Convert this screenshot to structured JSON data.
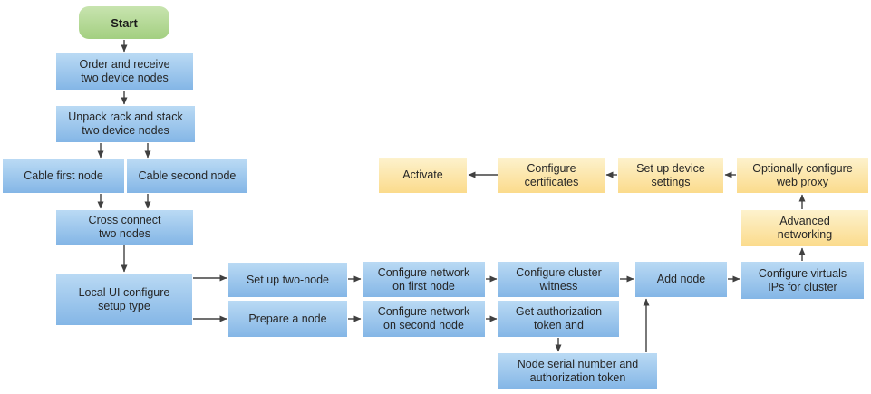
{
  "colors": {
    "canvas_bg": "#ffffff",
    "process_fill_top": "#badaf4",
    "process_fill_bottom": "#84b6e6",
    "milestone_fill_top": "#fdf2cd",
    "milestone_fill_bottom": "#fbdb8c",
    "start_fill_top": "#c8e4af",
    "start_fill_bottom": "#a3cf81",
    "arrow_color": "#404040",
    "text_color": "#262626"
  },
  "nodes": {
    "start": {
      "label": "Start"
    },
    "order_receive": {
      "label": "Order and receive\ntwo device nodes"
    },
    "unpack_rack": {
      "label": "Unpack rack and stack\ntwo device nodes"
    },
    "cable_first": {
      "label": "Cable first node"
    },
    "cable_second": {
      "label": "Cable second node"
    },
    "cross_connect": {
      "label": "Cross connect\ntwo nodes"
    },
    "local_ui": {
      "label": "Local UI configure\nsetup type"
    },
    "set_up_two_node": {
      "label": "Set up two-node"
    },
    "prepare_a_node": {
      "label": "Prepare a node"
    },
    "configure_network_first": {
      "label": "Configure network\non first node"
    },
    "configure_network_second": {
      "label": "Configure network\non second node"
    },
    "configure_cluster_witness": {
      "label": "Configure cluster\nwitness"
    },
    "get_authorization": {
      "label": "Get authorization\ntoken and"
    },
    "node_serial": {
      "label": "Node serial number and\nauthorization token"
    },
    "add_node": {
      "label": "Add node"
    },
    "configure_virtual_ips": {
      "label": "Configure virtuals\nIPs for cluster"
    },
    "activate": {
      "label": "Activate"
    },
    "configure_certificates": {
      "label": "Configure\ncertificates"
    },
    "set_up_device_settings": {
      "label": "Set up device\nsettings"
    },
    "optionally_configure_web_proxy": {
      "label": "Optionally configure\nweb proxy"
    },
    "advanced_networking": {
      "label": "Advanced\nnetworking"
    }
  },
  "arrows": [
    {
      "from": "start",
      "to": "order_receive"
    },
    {
      "from": "order_receive",
      "to": "unpack_rack"
    },
    {
      "from": "unpack_rack",
      "to": "cable_first"
    },
    {
      "from": "unpack_rack",
      "to": "cable_second"
    },
    {
      "from": "cable_first",
      "to": "cross_connect"
    },
    {
      "from": "cable_second",
      "to": "cross_connect"
    },
    {
      "from": "cross_connect",
      "to": "local_ui"
    },
    {
      "from": "local_ui",
      "to": "set_up_two_node"
    },
    {
      "from": "local_ui",
      "to": "prepare_a_node"
    },
    {
      "from": "set_up_two_node",
      "to": "configure_network_first"
    },
    {
      "from": "configure_network_first",
      "to": "configure_cluster_witness"
    },
    {
      "from": "configure_cluster_witness",
      "to": "add_node"
    },
    {
      "from": "add_node",
      "to": "configure_virtual_ips"
    },
    {
      "from": "prepare_a_node",
      "to": "configure_network_second"
    },
    {
      "from": "configure_network_second",
      "to": "get_authorization"
    },
    {
      "from": "get_authorization",
      "to": "node_serial"
    },
    {
      "from": "node_serial",
      "to": "add_node"
    },
    {
      "from": "configure_virtual_ips",
      "to": "advanced_networking"
    },
    {
      "from": "advanced_networking",
      "to": "optionally_configure_web_proxy"
    },
    {
      "from": "optionally_configure_web_proxy",
      "to": "set_up_device_settings"
    },
    {
      "from": "set_up_device_settings",
      "to": "configure_certificates"
    },
    {
      "from": "configure_certificates",
      "to": "activate"
    }
  ]
}
